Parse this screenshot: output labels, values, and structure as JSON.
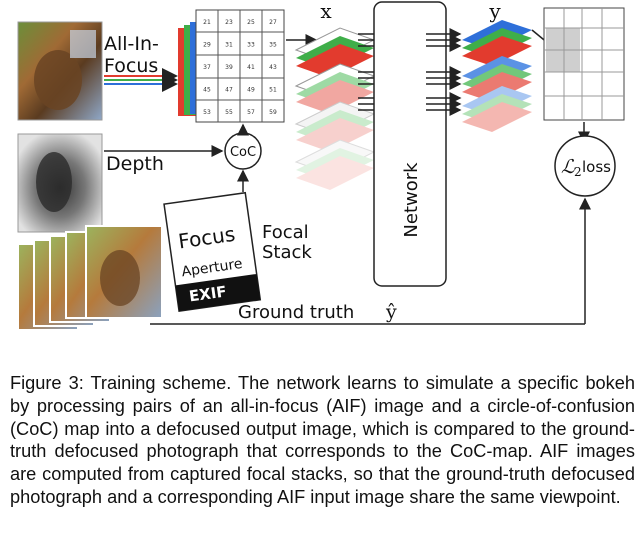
{
  "figure": {
    "aif_label_line1": "All-In-",
    "aif_label_line2": "Focus",
    "depth_label": "Depth",
    "coc_label": "CoC",
    "focal_stack_line1": "Focal",
    "focal_stack_line2": "Stack",
    "exif_focus": "Focus",
    "exif_aperture": "Aperture",
    "exif_tag": "EXIF",
    "x_label": "x",
    "y_label": "y",
    "network_label": "Network",
    "loss_symbol": "ℒ",
    "loss_subscript": "2",
    "loss_word": "loss",
    "ground_truth_label": "Ground truth",
    "y_hat_label": "ŷ",
    "grid_values": [
      "21",
      "23",
      "25",
      "27",
      "29",
      "31",
      "33",
      "35",
      "37",
      "39",
      "41",
      "43",
      "45",
      "47",
      "49",
      "51",
      "53",
      "55",
      "57",
      "59"
    ],
    "colors": {
      "red": "#e23b2e",
      "green": "#3fae49",
      "blue": "#2e6fd9",
      "arrow": "#222222"
    }
  },
  "caption": {
    "text": "Figure 3: Training scheme. The network learns to simulate a specific bokeh by processing pairs of an all-in-focus (AIF) image and a circle-of-confusion (CoC) map into a defocused output image, which is compared to the ground-truth defocused photograph that corresponds to the CoC-map. AIF images are computed from captured focal stacks, so that the ground-truth defocused photograph and a corresponding AIF input image share the same viewpoint."
  }
}
